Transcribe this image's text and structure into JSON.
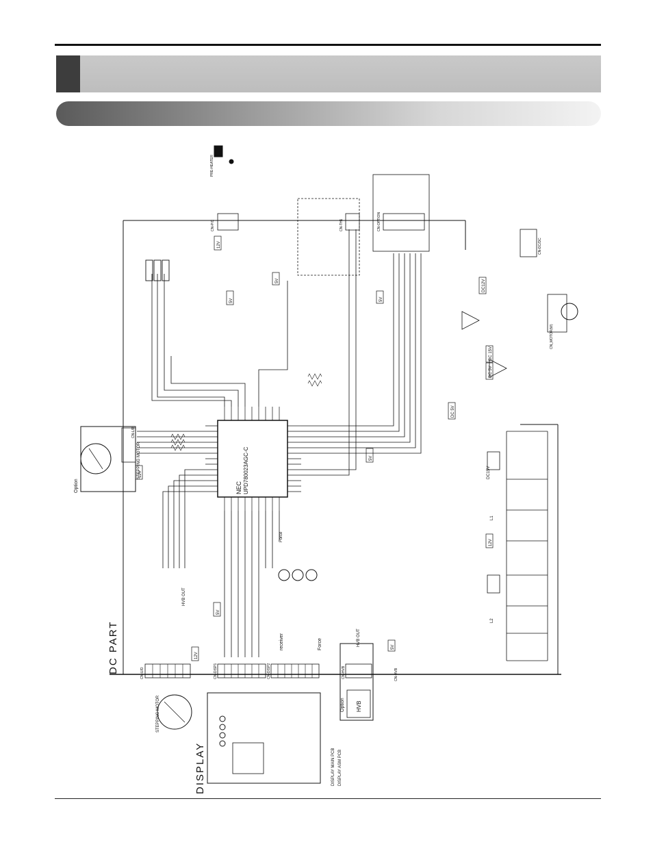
{
  "diagram": {
    "sections": {
      "dc_part": "DC PART",
      "display": "DISPLAY"
    },
    "mcu": {
      "maker": "NEC",
      "part": "UPD780023AGC-C"
    },
    "labels": {
      "option_top": "Option",
      "option_bottom": "Option",
      "stepping_motor_top": "STEPPING MOTOR",
      "stepping_motor_bottom": "STEPPING MOTOR",
      "hvb": "HVB",
      "hvb_out_left": "HVB OUT",
      "hvb_out_right": "HVB OUT",
      "receiver": "receiver",
      "force": "Force",
      "force2": "Force",
      "pre_heater": "PRE-HEATER",
      "cn_motor": "CN_MOTOR(W)",
      "display_main_pcb": "DISPLAY MAIN PCB",
      "display_asm_pcb": "DISPLAY ASM PCB",
      "l1": "L1",
      "l2": "L2",
      "dc15v": "DC15V"
    },
    "rails": [
      "12V",
      "5V",
      "12V",
      "5V",
      "5V",
      "12V",
      "DC 5V",
      "DC 5V",
      "DC 15V",
      "DC12V",
      "5V",
      "5V",
      "12V",
      "5V"
    ],
    "connectors": [
      "CN-P/C",
      "CN-TH1",
      "CN-OPTION",
      "CN-DC/DC",
      "CN-U/D",
      "CN-DISP1",
      "CN-DISP2",
      "CN-HVB",
      "CN-L/R",
      "CN-HVB"
    ]
  }
}
